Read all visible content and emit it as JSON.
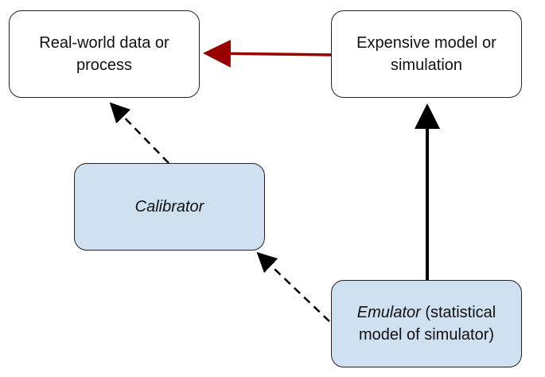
{
  "nodes": {
    "real_world": {
      "line1": "Real-world data or",
      "line2": "process"
    },
    "expensive_model": {
      "line1": "Expensive model or",
      "line2": "simulation"
    },
    "calibrator": {
      "label": "Calibrator"
    },
    "emulator": {
      "line1_italic": "Emulator",
      "line1_rest": " (statistical",
      "line2": "model of simulator)"
    }
  },
  "colors": {
    "red_arrow": "#990000",
    "black_arrow": "#000000",
    "blue_fill": "#cfe0f1",
    "white_fill": "#ffffff",
    "border": "#222222"
  }
}
